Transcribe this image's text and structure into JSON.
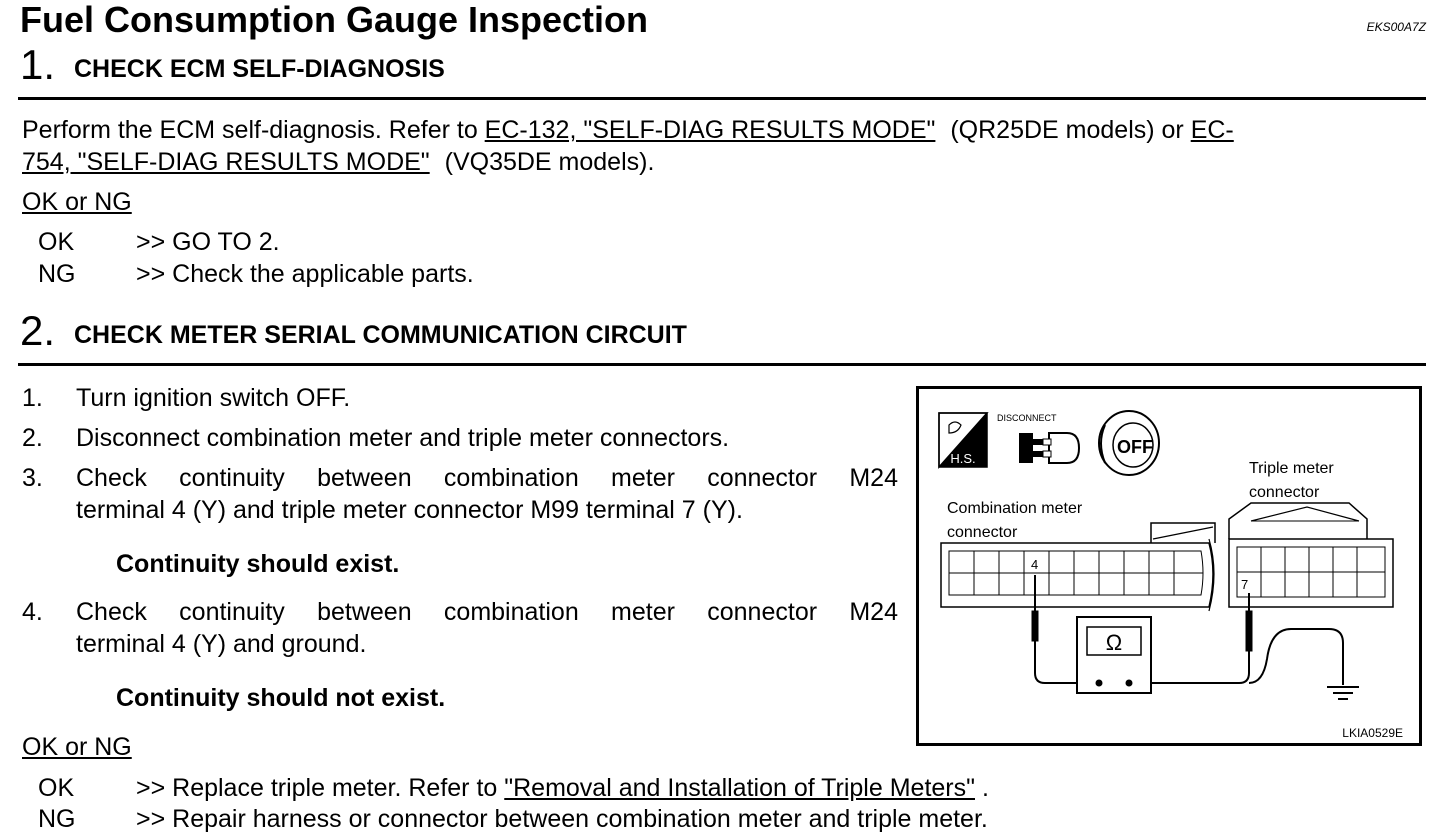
{
  "header": {
    "title": "Fuel Consumption Gauge Inspection",
    "doc_id": "EKS00A7Z"
  },
  "step1": {
    "number": "1.",
    "heading": "CHECK ECM SELF-DIAGNOSIS",
    "text_a": "Perform the ECM self-diagnosis. Refer to ",
    "link1": "EC-132, \"SELF-DIAG RESULTS MODE\"",
    "text_b": " (QR25DE models) or ",
    "link2a": "EC-",
    "link2b": "754, \"SELF-DIAG RESULTS MODE\"",
    "text_c": " (VQ35DE models).",
    "ok_or_ng": "OK or NG",
    "ok_label": "OK",
    "ok_action": ">> GO TO 2.",
    "ng_label": "NG",
    "ng_action": ">> Check the applicable parts."
  },
  "step2": {
    "number": "2.",
    "heading": "CHECK METER SERIAL COMMUNICATION CIRCUIT",
    "items": [
      {
        "num": "1.",
        "line1": "Turn ignition switch OFF."
      },
      {
        "num": "2.",
        "line1": "Disconnect combination meter and triple meter connectors."
      },
      {
        "num": "3.",
        "line1": "Check continuity between combination meter connector M24",
        "line2": "terminal 4 (Y) and triple meter connector M99 terminal 7 (Y)."
      },
      {
        "num": "4.",
        "line1": "Check continuity between combination meter connector M24",
        "line2": "terminal 4 (Y) and ground."
      }
    ],
    "spec1": "Continuity should exist.",
    "spec2": "Continuity should not exist.",
    "ok_or_ng": "OK or NG",
    "ok_label": "OK",
    "ok_action_a": ">> Replace triple meter. Refer to ",
    "ok_link": "\"Removal and Installation of Triple Meters\"",
    "ok_action_b": " .",
    "ng_label": "NG",
    "ng_action": ">> Repair harness or connector between combination meter and triple meter."
  },
  "figure": {
    "hs_label": "H.S.",
    "disconnect_label": "DISCONNECT",
    "off_label": "OFF",
    "combo_label_1": "Combination meter",
    "combo_label_2": "connector",
    "triple_label_1": "Triple meter",
    "triple_label_2": "connector",
    "terminal_4": "4",
    "terminal_7": "7",
    "ohm_symbol": "Ω",
    "figure_id": "LKIA0529E"
  }
}
